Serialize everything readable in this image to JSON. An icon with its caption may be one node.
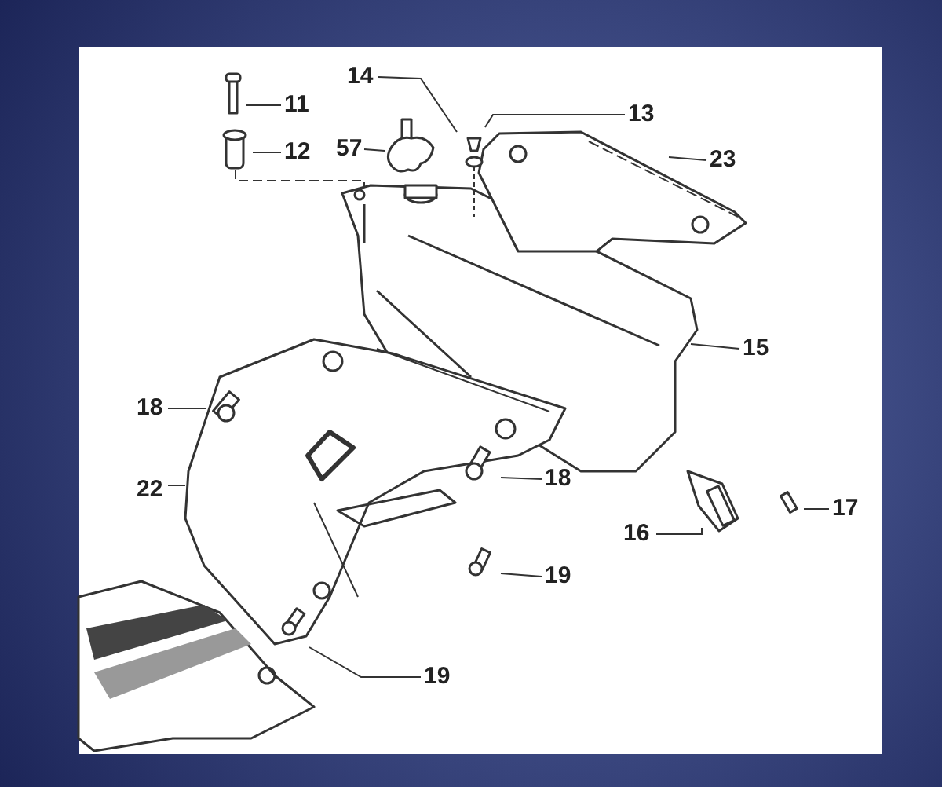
{
  "diagram": {
    "nodes": [
      {
        "text": [
          "11"
        ]
      },
      {
        "text": [
          "12"
        ]
      },
      {
        "text": [
          "57"
        ]
      },
      {
        "text": [
          "14"
        ]
      },
      {
        "text": [
          "13"
        ]
      },
      {
        "text": [
          "23"
        ]
      },
      {
        "text": [
          "15"
        ]
      },
      {
        "text": [
          "18"
        ]
      },
      {
        "text": [
          "22"
        ]
      },
      {
        "text": [
          "18"
        ]
      },
      {
        "text": [
          "16"
        ]
      },
      {
        "text": [
          "17"
        ]
      },
      {
        "text": [
          "19"
        ]
      },
      {
        "text": [
          "19"
        ]
      }
    ],
    "edges": [
      {
        "from": 0,
        "to": null,
        "arrow": "none"
      },
      {
        "from": 1,
        "to": null,
        "arrow": "none"
      },
      {
        "from": 2,
        "to": null,
        "arrow": "none"
      },
      {
        "from": 3,
        "to": null,
        "arrow": "none"
      },
      {
        "from": 4,
        "to": null,
        "arrow": "none"
      },
      {
        "from": 5,
        "to": null,
        "arrow": "none"
      },
      {
        "from": 6,
        "to": null,
        "arrow": "none"
      },
      {
        "from": 7,
        "to": null,
        "arrow": "none"
      },
      {
        "from": 8,
        "to": null,
        "arrow": "none"
      },
      {
        "from": 9,
        "to": null,
        "arrow": "none"
      },
      {
        "from": 10,
        "to": null,
        "arrow": "none"
      },
      {
        "from": 11,
        "to": null,
        "arrow": "none"
      },
      {
        "from": 12,
        "to": null,
        "arrow": "none"
      },
      {
        "from": 13,
        "to": null,
        "arrow": "none"
      }
    ]
  }
}
